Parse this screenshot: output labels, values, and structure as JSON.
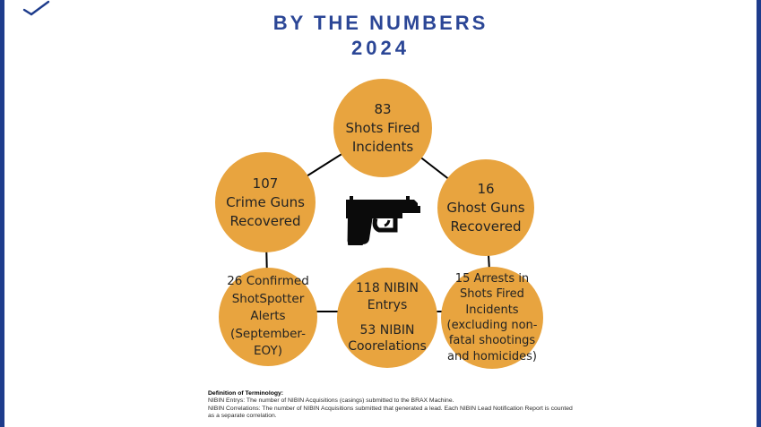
{
  "theme": {
    "background": "#ffffff",
    "accent_navy": "#2b4696",
    "edge_bar_navy": "#1e3c8c",
    "circle_orange": "#e8a43f",
    "connector_black": "#000000",
    "circle_text": "#232323"
  },
  "header": {
    "title_line1": "BY THE NUMBERS",
    "title_line2": "2024"
  },
  "icons": {
    "center": "pistol-icon",
    "corner": "pen-checkmark-icon"
  },
  "diagram": {
    "nodes": {
      "shots_fired": {
        "value": "83",
        "text": "83\nShots Fired\nIncidents"
      },
      "crime_guns": {
        "value": "107",
        "text": "107\nCrime Guns\nRecovered"
      },
      "ghost_guns": {
        "value": "16",
        "text": "16\nGhost Guns\nRecovered"
      },
      "shotspotter": {
        "value": "26",
        "text": "26 Confirmed\nShotSpotter\nAlerts\n(September-EOY)"
      },
      "nibin": {
        "entries": "118 NIBIN Entrys",
        "correlations": "53 NIBIN\nCoorelations"
      },
      "arrests": {
        "value": "15",
        "text": "15 Arrests in\nShots Fired\nIncidents\n(excluding non-\nfatal shootings\nand homicides)"
      }
    }
  },
  "footnote": {
    "heading": "Definition of Terminology:",
    "entry_def": "NIBIN Entrys: The number of NIBIN Acquisitions (casings) submitted to the BRAX Machine.",
    "correlation_def": "NIBIN Correlations: The number of NIBIN Acquisitions submitted that generated a lead. Each NIBIN Lead Notification Report is counted\nas a separate correlation."
  }
}
